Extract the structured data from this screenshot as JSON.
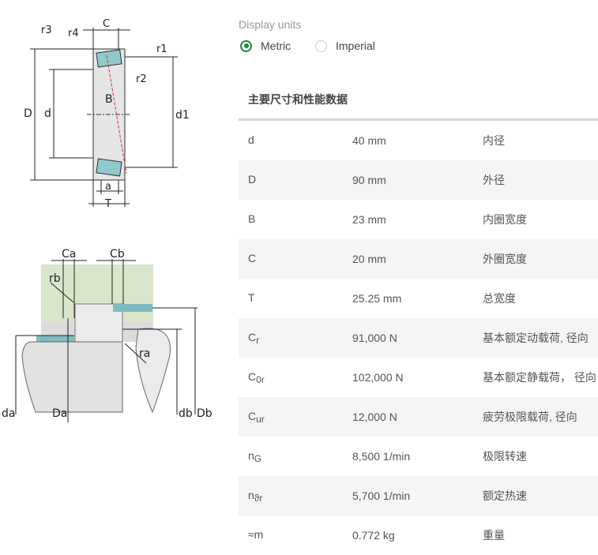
{
  "diagrams": {
    "top_labels": {
      "r3": "r3",
      "r4": "r4",
      "C": "C",
      "r1": "r1",
      "r2": "r2",
      "D": "D",
      "d": "d",
      "B": "B",
      "d1": "d1",
      "a": "a",
      "T": "T"
    },
    "bottom_labels": {
      "Ca": "Ca",
      "Cb": "Cb",
      "rb": "rb",
      "ra": "ra",
      "da": "da",
      "Da": "Da",
      "db": "db",
      "Db": "Db"
    }
  },
  "units": {
    "label": "Display units",
    "options": [
      {
        "label": "Metric",
        "selected": true
      },
      {
        "label": "Imperial",
        "selected": false
      }
    ]
  },
  "accent_color": "#1a8a3e",
  "section_title": "主要尺寸和性能数据",
  "rows": [
    {
      "symbol": "d",
      "sub": "",
      "value": "40 mm",
      "desc": "内径"
    },
    {
      "symbol": "D",
      "sub": "",
      "value": "90 mm",
      "desc": "外径"
    },
    {
      "symbol": "B",
      "sub": "",
      "value": "23 mm",
      "desc": "内圈宽度"
    },
    {
      "symbol": "C",
      "sub": "",
      "value": "20 mm",
      "desc": "外圈宽度"
    },
    {
      "symbol": "T",
      "sub": "",
      "value": "25.25 mm",
      "desc": "总宽度"
    },
    {
      "symbol": "C",
      "sub": "r",
      "value": "91,000 N",
      "desc": "基本额定动载荷, 径向"
    },
    {
      "symbol": "C",
      "sub": "0r",
      "value": "102,000 N",
      "desc": "基本额定静载荷， 径向"
    },
    {
      "symbol": "C",
      "sub": "ur",
      "value": "12,000 N",
      "desc": "疲劳极限载荷, 径向"
    },
    {
      "symbol": "n",
      "sub": "G",
      "value": "8,500 1/min",
      "desc": "极限转速"
    },
    {
      "symbol": "n",
      "sub": "ϑr",
      "value": "5,700 1/min",
      "desc": "额定热速"
    },
    {
      "symbol": "≈m",
      "sub": "",
      "value": "0.772 kg",
      "desc": "重量"
    }
  ]
}
